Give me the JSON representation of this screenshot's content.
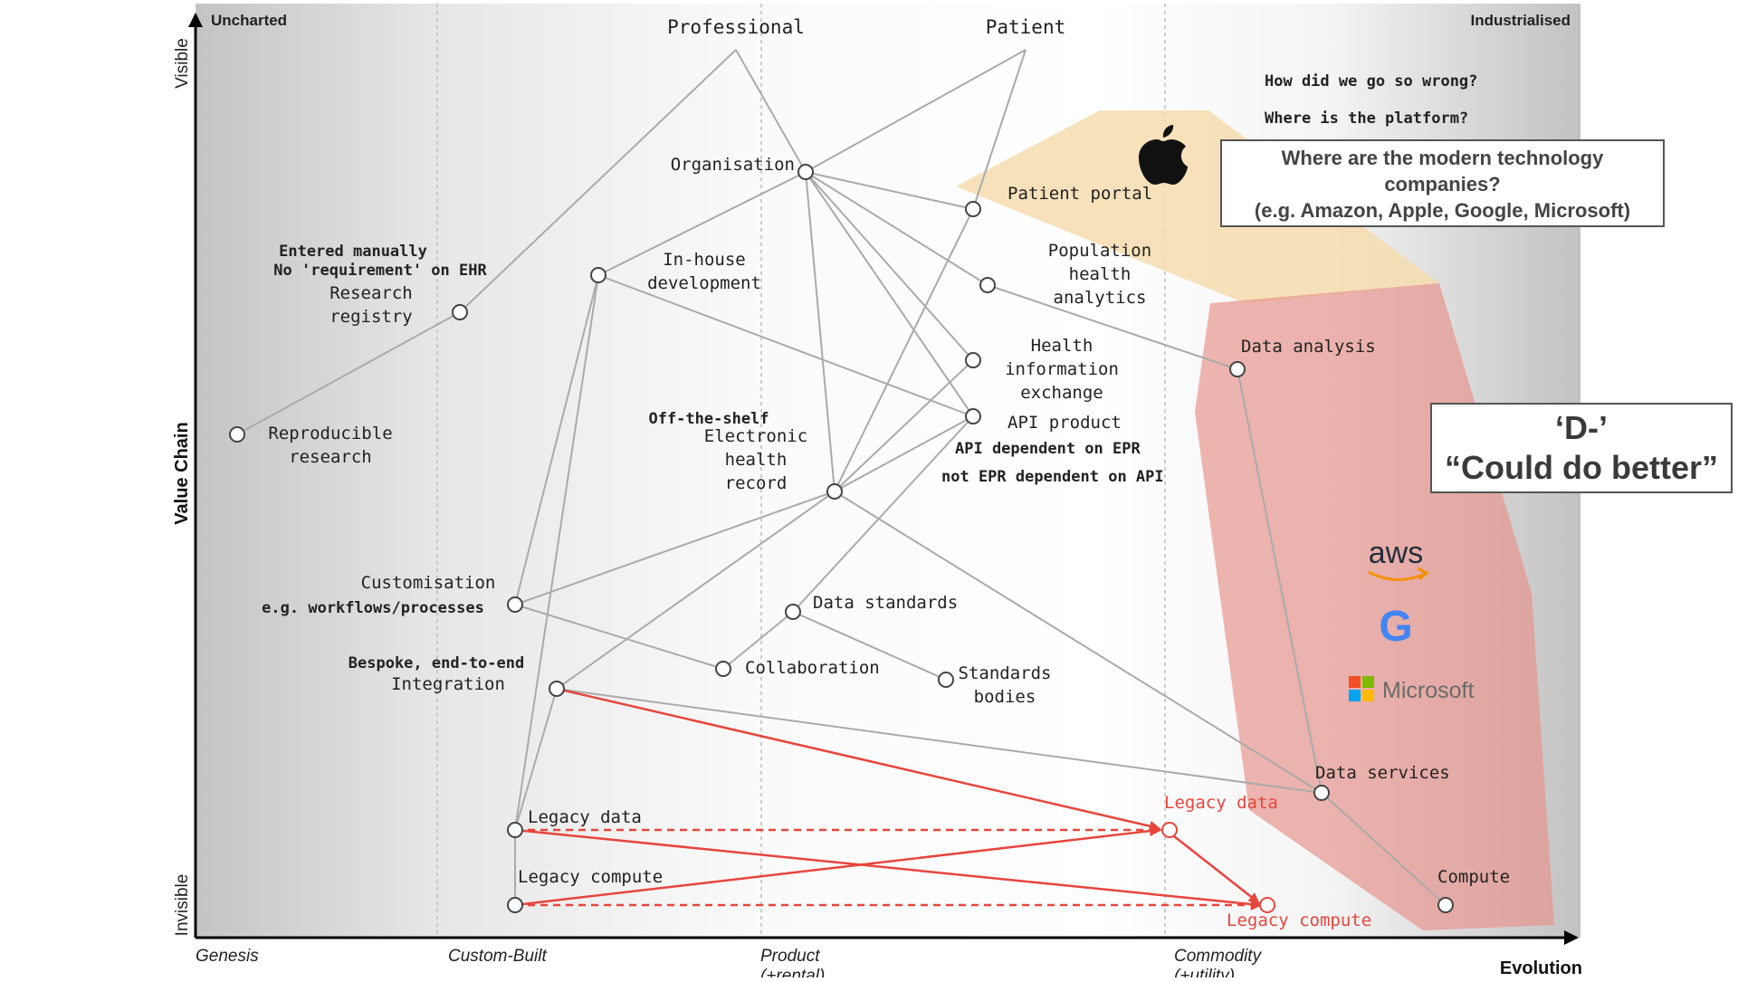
{
  "regions": {
    "uncharted": "Uncharted",
    "industrialised": "Industrialised"
  },
  "axes": {
    "y_label": "Value Chain",
    "y_top": "Visible",
    "y_bottom": "Invisible",
    "x_label": "Evolution",
    "stages": [
      {
        "line1": "Genesis",
        "line2": ""
      },
      {
        "line1": "Custom-Built",
        "line2": ""
      },
      {
        "line1": "Product",
        "line2": "(+rental)"
      },
      {
        "line1": "Commodity",
        "line2": "(+utility)"
      }
    ]
  },
  "users": {
    "professional": "Professional",
    "patient": "Patient"
  },
  "components": {
    "organisation": "Organisation",
    "patient_portal": "Patient portal",
    "population_health": [
      "Population",
      "health",
      "analytics"
    ],
    "research_registry": [
      "Research",
      "registry"
    ],
    "research_note": [
      "Entered manually",
      "No 'requirement' on EHR"
    ],
    "inhouse": [
      "In-house",
      "development"
    ],
    "health_info_exchange": [
      "Health",
      "information",
      "exchange"
    ],
    "api_product": "API product",
    "api_note": [
      "API dependent on EPR",
      "not EPR dependent on API"
    ],
    "data_analysis": "Data analysis",
    "reproducible_research": [
      "Reproducible",
      "research"
    ],
    "ehr": [
      "Electronic",
      "health",
      "record"
    ],
    "ehr_note": "Off-the-shelf",
    "customisation": "Customisation",
    "customisation_note": "e.g. workflows/processes",
    "data_standards": "Data standards",
    "collaboration": "Collaboration",
    "standards_bodies": [
      "Standards",
      "bodies"
    ],
    "integration": "Integration",
    "integration_note": "Bespoke, end-to-end",
    "data_services": "Data services",
    "legacy_data": "Legacy data",
    "legacy_compute": "Legacy compute",
    "legacy_data_moved": "Legacy data",
    "legacy_compute_moved": "Legacy compute",
    "compute": "Compute"
  },
  "questions": [
    "How did we go so wrong?",
    "Where is the platform?"
  ],
  "modern_tech_box": [
    "Where are the modern technology",
    "companies?",
    "(e.g. Amazon, Apple, Google, Microsoft)"
  ],
  "grade_box": [
    "‘D-’",
    "“Could do better”"
  ],
  "logos": {
    "aws": "aws",
    "google": "G",
    "microsoft": "Microsoft"
  },
  "colors": {
    "movement": "#e8453c",
    "industrialised_zone": "#e8928a",
    "apple_zone": "#f5dcae",
    "line": "#aaaaaa"
  }
}
